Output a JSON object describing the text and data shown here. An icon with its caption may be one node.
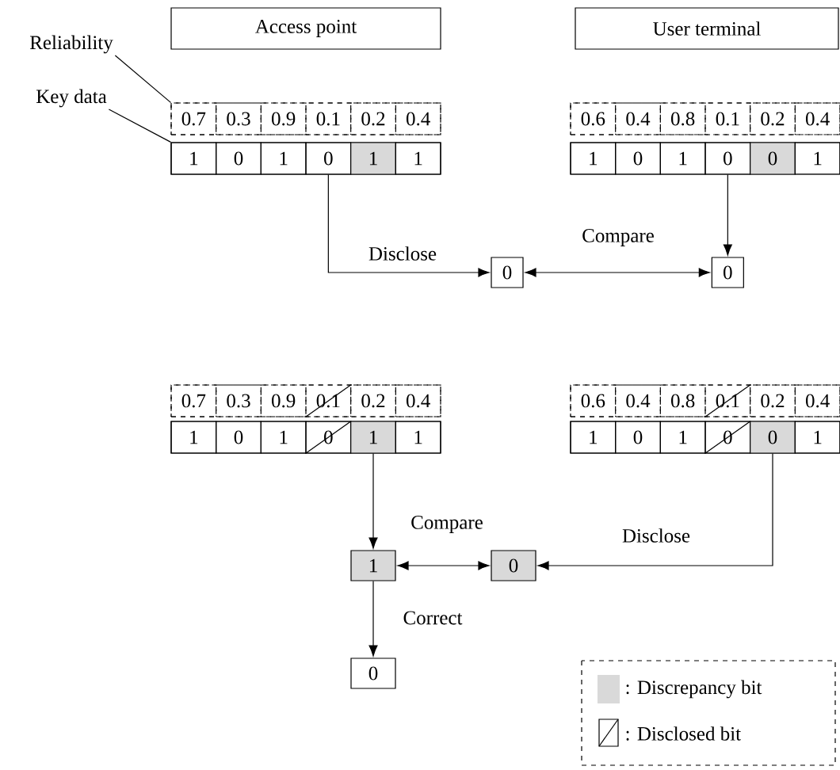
{
  "diagram": {
    "nodes": [
      {
        "text": [
          "Access point"
        ]
      },
      {
        "text": [
          "User terminal"
        ]
      },
      {
        "text": [
          "Reliability"
        ]
      },
      {
        "text": [
          "Key data"
        ]
      },
      {
        "text": [],
        "shape": "box"
      },
      {
        "text": [
          "0.7"
        ],
        "in": 4
      },
      {
        "text": [
          "0.3"
        ],
        "in": 4
      },
      {
        "text": [
          "0.9"
        ],
        "in": 4
      },
      {
        "text": [
          "0.1"
        ],
        "in": 4
      },
      {
        "text": [
          "0.2"
        ],
        "in": 4
      },
      {
        "text": [
          "0.4"
        ],
        "in": 4
      },
      {
        "text": [],
        "shape": "box"
      },
      {
        "text": [
          "1"
        ],
        "in": 11
      },
      {
        "text": [
          "0"
        ],
        "in": 11
      },
      {
        "text": [
          "1"
        ],
        "in": 11
      },
      {
        "text": [
          "0"
        ],
        "in": 11
      },
      {
        "text": [
          "1"
        ],
        "in": 11
      },
      {
        "text": [
          "1"
        ],
        "in": 11
      },
      {
        "text": [],
        "shape": "box"
      },
      {
        "text": [
          "0.6"
        ],
        "in": 18
      },
      {
        "text": [
          "0.4"
        ],
        "in": 18
      },
      {
        "text": [
          "0.8"
        ],
        "in": 18
      },
      {
        "text": [
          "0.1"
        ],
        "in": 18
      },
      {
        "text": [
          "0.2"
        ],
        "in": 18
      },
      {
        "text": [
          "0.4"
        ],
        "in": 18
      },
      {
        "text": [],
        "shape": "box"
      },
      {
        "text": [
          "1"
        ],
        "in": 25
      },
      {
        "text": [
          "0"
        ],
        "in": 25
      },
      {
        "text": [
          "1"
        ],
        "in": 25
      },
      {
        "text": [
          "0"
        ],
        "in": 25
      },
      {
        "text": [
          "0"
        ],
        "in": 25
      },
      {
        "text": [
          "1"
        ],
        "in": 25
      },
      {
        "text": [
          "0"
        ]
      },
      {
        "text": [
          "0"
        ]
      },
      {
        "text": [],
        "shape": "box"
      },
      {
        "text": [
          "0.7"
        ],
        "in": 34
      },
      {
        "text": [
          "0.3"
        ],
        "in": 34
      },
      {
        "text": [
          "0.9"
        ],
        "in": 34
      },
      {
        "text": [
          "0.1"
        ],
        "in": 34
      },
      {
        "text": [
          "0.2"
        ],
        "in": 34
      },
      {
        "text": [
          "0.4"
        ],
        "in": 34
      },
      {
        "text": [],
        "shape": "box"
      },
      {
        "text": [
          "1"
        ],
        "in": 41
      },
      {
        "text": [
          "0"
        ],
        "in": 41
      },
      {
        "text": [
          "1"
        ],
        "in": 41
      },
      {
        "text": [
          "0"
        ],
        "in": 41
      },
      {
        "text": [
          "1"
        ],
        "in": 41
      },
      {
        "text": [
          "1"
        ],
        "in": 41
      },
      {
        "text": [],
        "shape": "box"
      },
      {
        "text": [
          "0.6"
        ],
        "in": 48
      },
      {
        "text": [
          "0.4"
        ],
        "in": 48
      },
      {
        "text": [
          "0.8"
        ],
        "in": 48
      },
      {
        "text": [
          "0.1"
        ],
        "in": 48
      },
      {
        "text": [
          "0.2"
        ],
        "in": 48
      },
      {
        "text": [
          "0.4"
        ],
        "in": 48
      },
      {
        "text": [],
        "shape": "box"
      },
      {
        "text": [
          "1"
        ],
        "in": 55
      },
      {
        "text": [
          "0"
        ],
        "in": 55
      },
      {
        "text": [
          "1"
        ],
        "in": 55
      },
      {
        "text": [
          "0"
        ],
        "in": 55
      },
      {
        "text": [
          "0"
        ],
        "in": 55
      },
      {
        "text": [
          "1"
        ],
        "in": 55
      },
      {
        "text": [
          "1"
        ]
      },
      {
        "text": [
          "0"
        ]
      },
      {
        "text": [
          "0"
        ]
      }
    ],
    "edges": [
      {
        "from": 2,
        "to": 4,
        "arrow": "none"
      },
      {
        "from": 3,
        "to": 11,
        "arrow": "none"
      },
      {
        "from": 15,
        "to": 32,
        "arrow": "to",
        "label": "Disclose"
      },
      {
        "from": 32,
        "to": 33,
        "arrow": "both",
        "label": "Compare"
      },
      {
        "from": 29,
        "to": 33,
        "arrow": "to"
      },
      {
        "from": 46,
        "to": 62,
        "arrow": "to"
      },
      {
        "from": 62,
        "to": 63,
        "arrow": "both",
        "label": "Compare"
      },
      {
        "from": 60,
        "to": 63,
        "arrow": "to",
        "label": "Disclose"
      },
      {
        "from": 62,
        "to": 64,
        "arrow": "to",
        "label": "Correct"
      }
    ],
    "legend": [
      {
        "text": ": Discrepancy bit",
        "color": "#d9d9d9"
      },
      {
        "text": ": Disclosed bit"
      }
    ]
  }
}
